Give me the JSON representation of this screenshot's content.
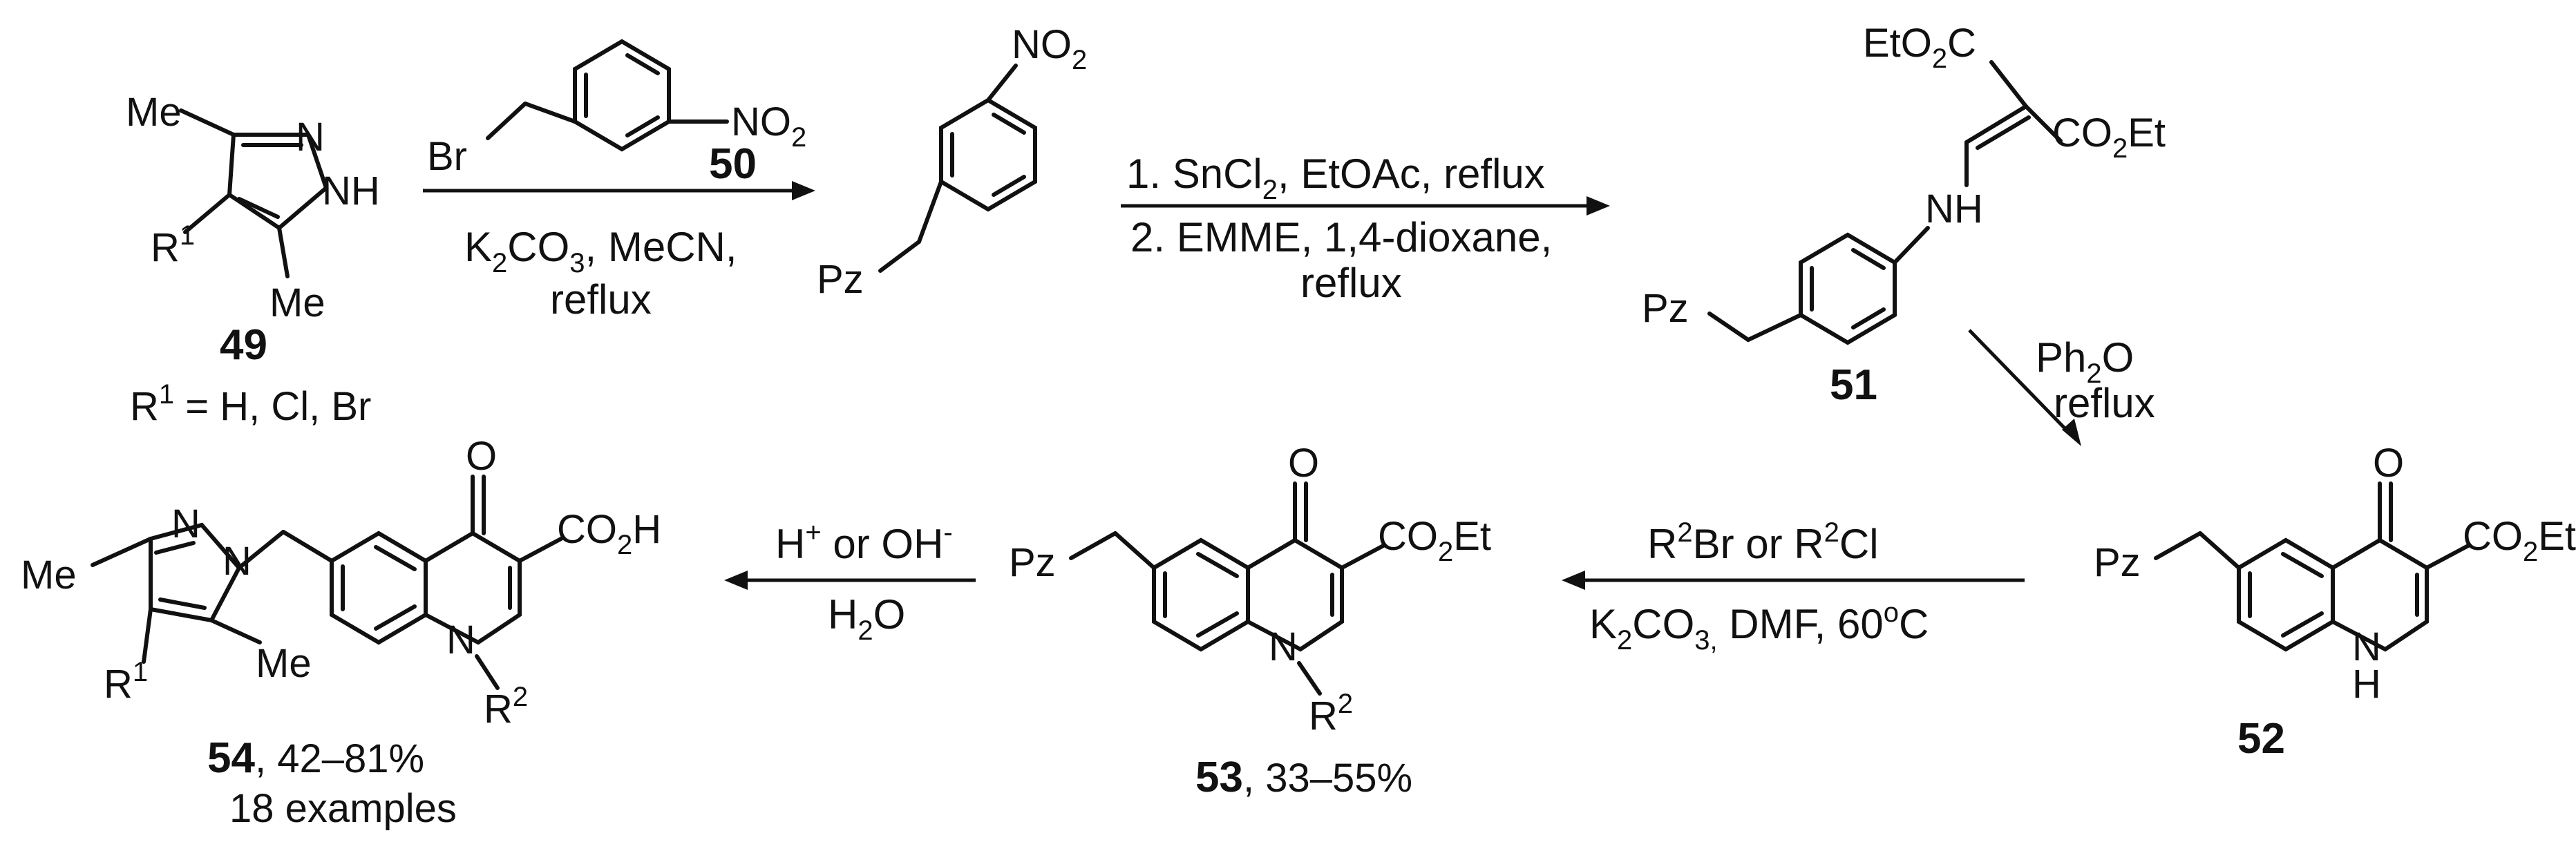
{
  "atoms": {
    "me": "Me",
    "n": "N",
    "nh": "NH",
    "h": "H",
    "o": "O",
    "r": "R",
    "br": "Br",
    "no": "NO",
    "pz": "Pz",
    "eto2c": "EtO",
    "co2": "CO",
    "et": "Et",
    "c": "C",
    "co2h_h": "H",
    "sub1": "1",
    "sub2": "2"
  },
  "compounds": {
    "c49": {
      "id": "49",
      "note": "R",
      "note_sup": "1",
      "note_tail": " = H, Cl, Br"
    },
    "c50": {
      "id": "50"
    },
    "c51": {
      "id": "51"
    },
    "c52": {
      "id": "52"
    },
    "c53": {
      "id": "53",
      "yield": ", 33–55%"
    },
    "c54": {
      "id": "54",
      "yield": ", 42–81%",
      "examples": "18 examples"
    }
  },
  "reactions": {
    "r1": {
      "line1_a": "K",
      "line1_sub": "2",
      "line1_b": "CO",
      "line1_sub2": "3",
      "line1_c": ", MeCN,",
      "line2": "reflux"
    },
    "r2": {
      "line1_a": "1. SnCl",
      "line1_sub": "2",
      "line1_b": ", EtOAc, reflux",
      "line2": "2. EMME, 1,4-dioxane,",
      "line3": "reflux"
    },
    "r3": {
      "line1_a": "Ph",
      "line1_sub": "2",
      "line1_b": "O",
      "line2": "reflux"
    },
    "r4": {
      "top_a": "R",
      "top_sup1": "2",
      "top_b": "Br or R",
      "top_sup2": "2",
      "top_c": "Cl",
      "bot_a": "K",
      "bot_sub": "2",
      "bot_b": "CO",
      "bot_sub2": "3,",
      "bot_c": " DMF, 60",
      "bot_sup": "o",
      "bot_d": "C"
    },
    "r5": {
      "top_a": "H",
      "top_sup1": "+",
      "top_b": " or OH",
      "top_sup2": "-",
      "bot_a": "H",
      "bot_sub": "2",
      "bot_b": "O"
    }
  }
}
